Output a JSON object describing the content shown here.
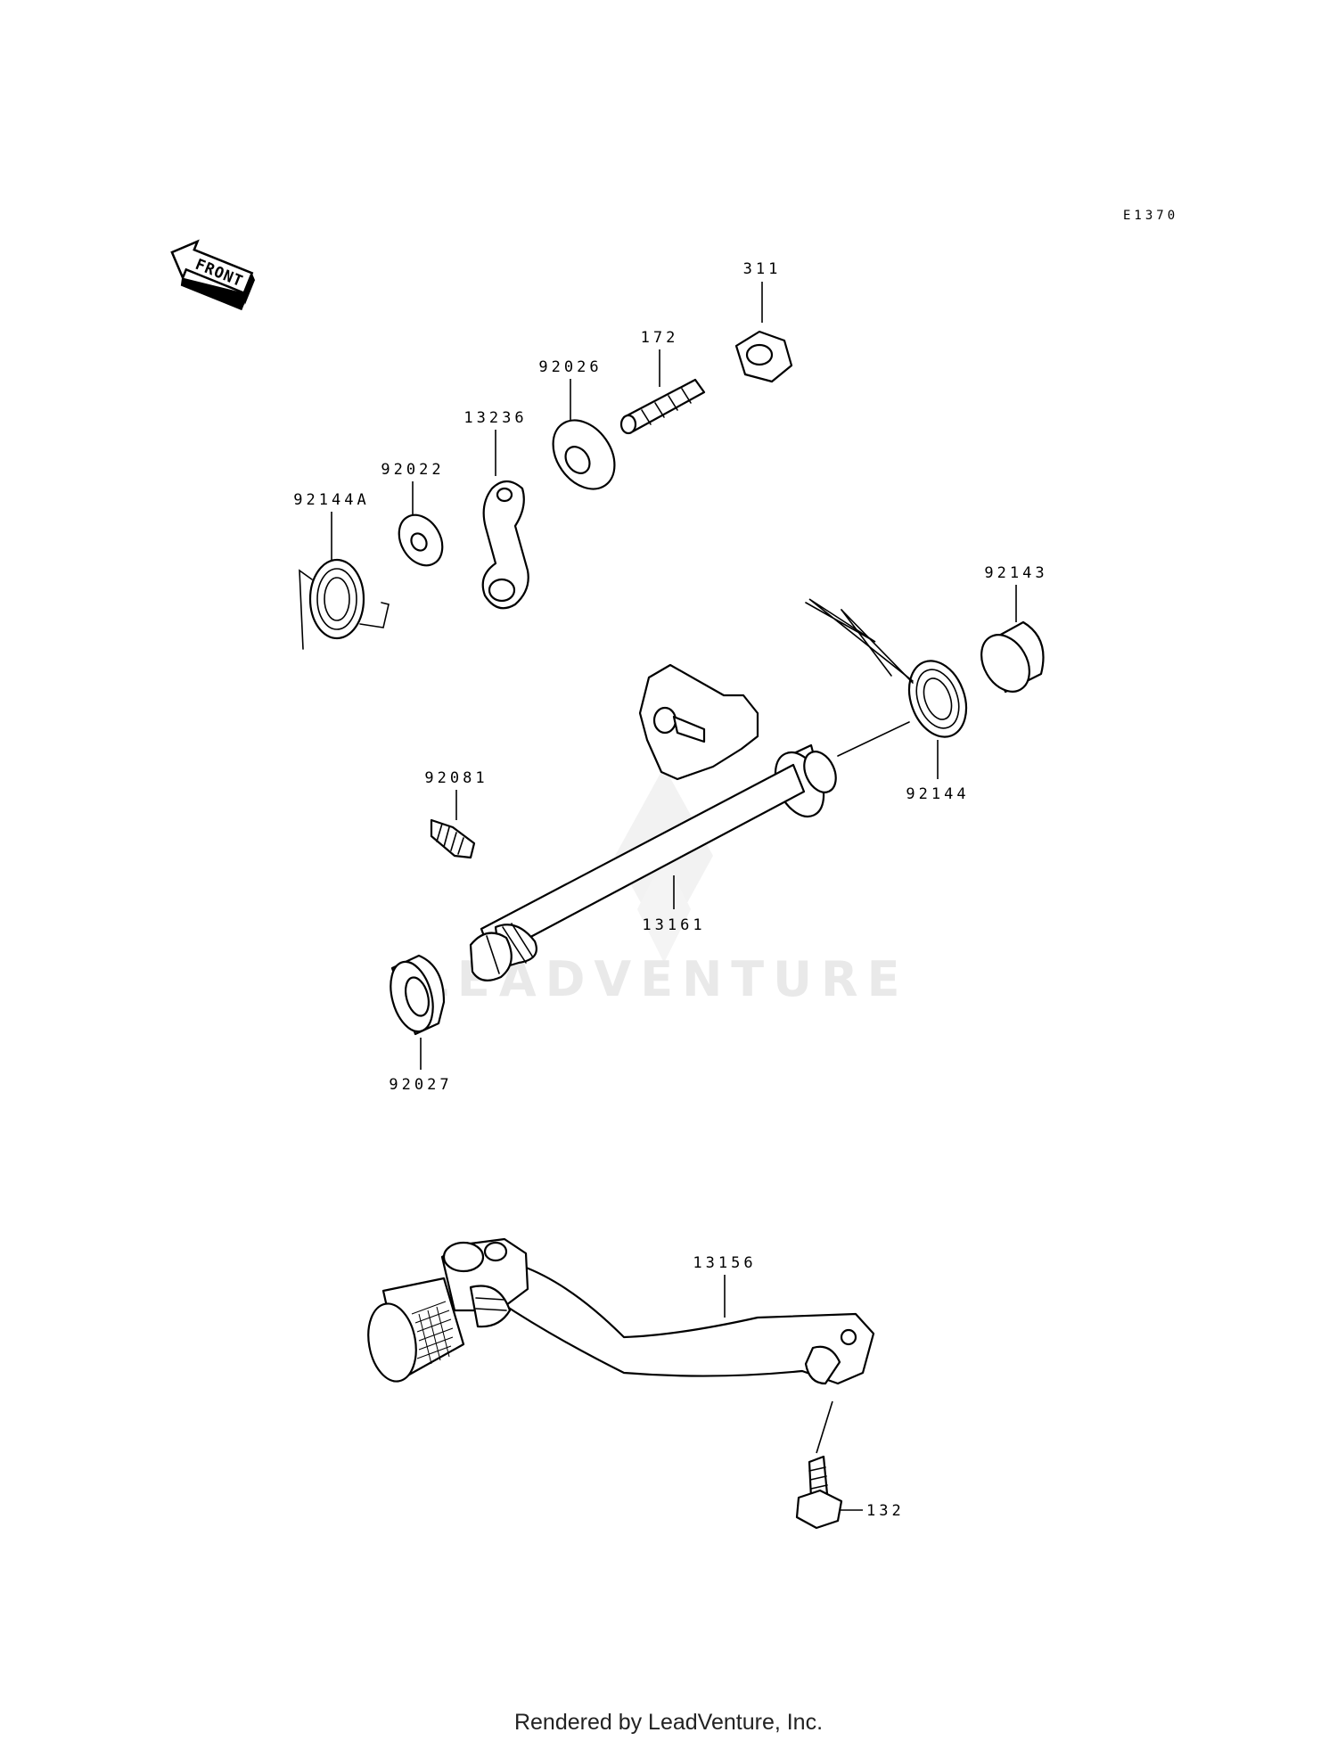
{
  "diagram_code": "E1370",
  "front_arrow_label": "FRONT",
  "watermark": "LEADVENTURE",
  "parts": {
    "p311": "311",
    "p172": "172",
    "p92026": "92026",
    "p13236": "13236",
    "p92022": "92022",
    "p92144A": "92144A",
    "p92143": "92143",
    "p92144": "92144",
    "p92081": "92081",
    "p13161": "13161",
    "p92027": "92027",
    "p13156": "13156",
    "p132": "132"
  },
  "footer": "Rendered by LeadVenture, Inc."
}
